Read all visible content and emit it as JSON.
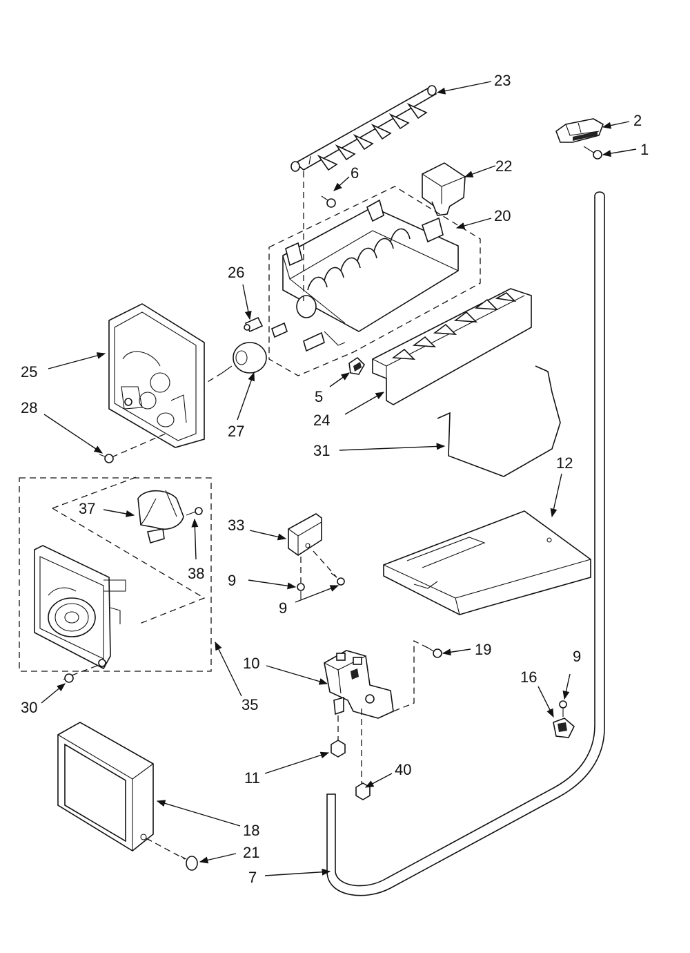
{
  "callouts": [
    {
      "id": "c1",
      "label": "1"
    },
    {
      "id": "c2",
      "label": "2"
    },
    {
      "id": "c5",
      "label": "5"
    },
    {
      "id": "c6",
      "label": "6"
    },
    {
      "id": "c7",
      "label": "7"
    },
    {
      "id": "c9a",
      "label": "9"
    },
    {
      "id": "c9b",
      "label": "9"
    },
    {
      "id": "c9c",
      "label": "9"
    },
    {
      "id": "c10",
      "label": "10"
    },
    {
      "id": "c11",
      "label": "11"
    },
    {
      "id": "c12",
      "label": "12"
    },
    {
      "id": "c16",
      "label": "16"
    },
    {
      "id": "c18",
      "label": "18"
    },
    {
      "id": "c19",
      "label": "19"
    },
    {
      "id": "c20",
      "label": "20"
    },
    {
      "id": "c21",
      "label": "21"
    },
    {
      "id": "c22",
      "label": "22"
    },
    {
      "id": "c23",
      "label": "23"
    },
    {
      "id": "c24",
      "label": "24"
    },
    {
      "id": "c25",
      "label": "25"
    },
    {
      "id": "c26",
      "label": "26"
    },
    {
      "id": "c27",
      "label": "27"
    },
    {
      "id": "c28",
      "label": "28"
    },
    {
      "id": "c30",
      "label": "30"
    },
    {
      "id": "c31",
      "label": "31"
    },
    {
      "id": "c33",
      "label": "33"
    },
    {
      "id": "c35",
      "label": "35"
    },
    {
      "id": "c37",
      "label": "37"
    },
    {
      "id": "c38",
      "label": "38"
    },
    {
      "id": "c40",
      "label": "40"
    }
  ]
}
